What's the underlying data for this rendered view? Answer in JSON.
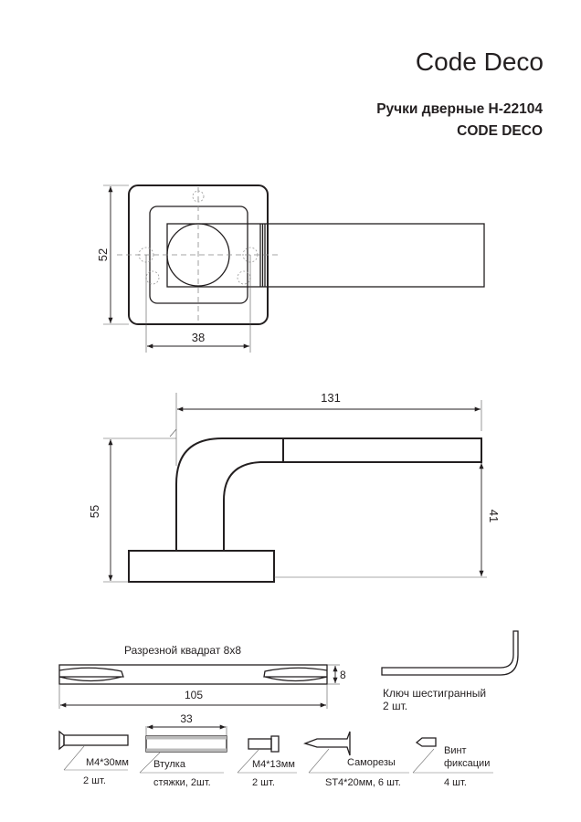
{
  "header": {
    "logo": "Code Deco",
    "title_line1": "Ручки дверные H-22104",
    "title_line2": "CODE DECO"
  },
  "top_view": {
    "dim_height": "52",
    "dim_width": "38"
  },
  "side_view": {
    "dim_length": "131",
    "dim_height": "55",
    "dim_lever": "41"
  },
  "accessories": {
    "square_bar": {
      "label": "Разрезной квадрат 8x8",
      "dim_thickness": "8",
      "dim_length": "105"
    },
    "hex_key": {
      "label": "Ключ шестигранный",
      "qty": "2 шт."
    },
    "bolt_30": {
      "label": "M4*30мм",
      "qty": "2 шт."
    },
    "sleeve": {
      "dim_length": "33",
      "label": "Втулка",
      "qty": "стяжки, 2шт."
    },
    "bolt_13": {
      "label": "M4*13мм",
      "qty": "2 шт."
    },
    "wood_screws": {
      "label": "Саморезы",
      "qty": "ST4*20мм, 6 шт."
    },
    "set_screw": {
      "label_line1": "Винт",
      "label_line2": "фиксации",
      "qty": "4 шт."
    }
  }
}
